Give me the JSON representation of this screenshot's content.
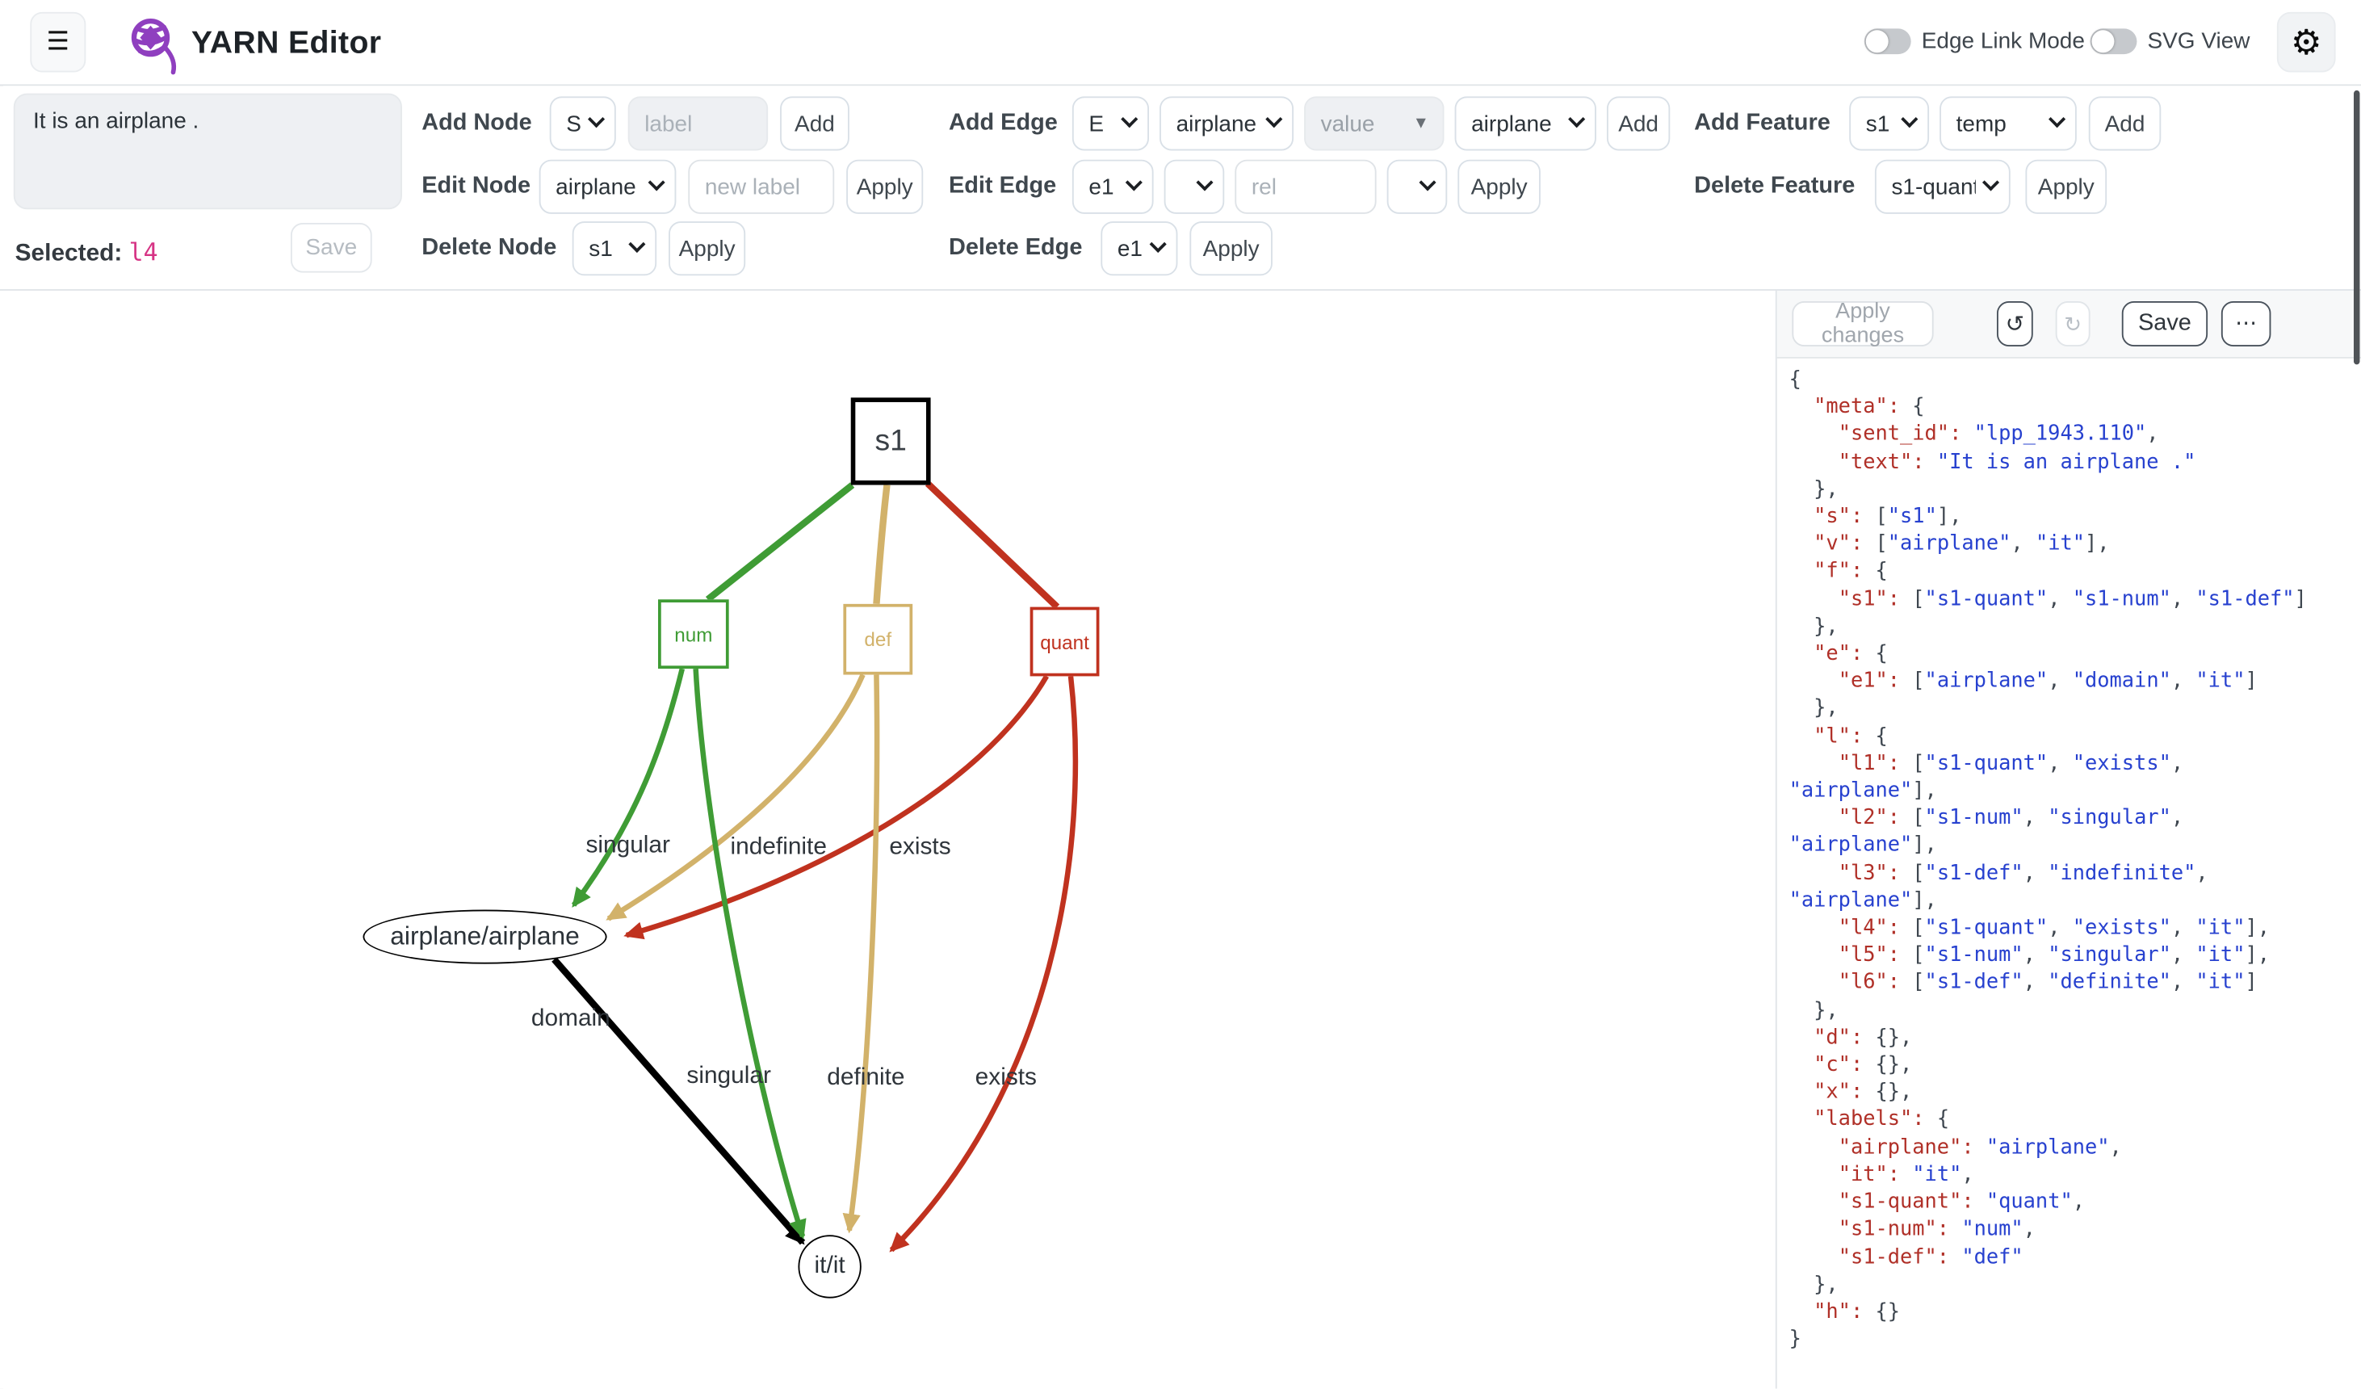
{
  "colors": {
    "green": "#3f9c35",
    "tan": "#d2b26a",
    "red": "#c0321f",
    "pink": "#d63384",
    "purple": "#8f3fbf",
    "json_key": "#b03028",
    "json_string": "#2741cf"
  },
  "icons": {
    "menu": "☰",
    "gear": "⚙",
    "caret_down": "▼",
    "undo": "↺",
    "redo": "↻",
    "more": "⋯"
  },
  "header": {
    "title": "YARN Editor",
    "edge_link_mode_label": "Edge Link Mode",
    "svg_view_label": "SVG View"
  },
  "toolbar": {
    "sentence": "It is an airplane .",
    "selected_label": "Selected:",
    "selected_value": "l4",
    "selected_save_label": "Save",
    "add_node": {
      "label": "Add Node",
      "type_value": "S",
      "name_placeholder": "label",
      "button": "Add"
    },
    "edit_node": {
      "label": "Edit Node",
      "node_value": "airplane",
      "placeholder": "new label",
      "button": "Apply"
    },
    "delete_node": {
      "label": "Delete Node",
      "node_value": "s1",
      "button": "Apply"
    },
    "add_edge": {
      "label": "Add Edge",
      "type_value": "E",
      "from_value": "airplane",
      "value_placeholder": "value",
      "to_value": "airplane",
      "button": "Add"
    },
    "edit_edge": {
      "label": "Edit Edge",
      "edge_value": "e1",
      "rel_placeholder": "rel",
      "button": "Apply"
    },
    "delete_edge": {
      "label": "Delete Edge",
      "edge_value": "e1",
      "button": "Apply"
    },
    "add_feature": {
      "label": "Add Feature",
      "node_value": "s1",
      "feature_value": "temp",
      "button": "Add"
    },
    "delete_feature": {
      "label": "Delete Feature",
      "feature_value": "s1-quant",
      "button": "Apply"
    }
  },
  "graph": {
    "node_labels": {
      "s1": "s1",
      "num": "num",
      "def": "def",
      "quant": "quant",
      "airplane": "airplane/airplane",
      "it": "it/it"
    },
    "edge_labels": [
      "singular",
      "indefinite",
      "exists",
      "domain",
      "singular",
      "definite",
      "exists"
    ]
  },
  "panel": {
    "apply_changes_label": "Apply changes",
    "save_label": "Save",
    "json_lines": [
      "{",
      "  \"meta\": {",
      "    \"sent_id\": \"lpp_1943.110\",",
      "    \"text\": \"It is an airplane .\"",
      "  },",
      "  \"s\": [\"s1\"],",
      "  \"v\": [\"airplane\", \"it\"],",
      "  \"f\": {",
      "    \"s1\": [\"s1-quant\", \"s1-num\", \"s1-def\"]",
      "  },",
      "  \"e\": {",
      "    \"e1\": [\"airplane\", \"domain\", \"it\"]",
      "  },",
      "  \"l\": {",
      "    \"l1\": [\"s1-quant\", \"exists\",",
      "\"airplane\"],",
      "    \"l2\": [\"s1-num\", \"singular\",",
      "\"airplane\"],",
      "    \"l3\": [\"s1-def\", \"indefinite\",",
      "\"airplane\"],",
      "    \"l4\": [\"s1-quant\", \"exists\", \"it\"],",
      "    \"l5\": [\"s1-num\", \"singular\", \"it\"],",
      "    \"l6\": [\"s1-def\", \"definite\", \"it\"]",
      "  },",
      "  \"d\": {},",
      "  \"c\": {},",
      "  \"x\": {},",
      "  \"labels\": {",
      "    \"airplane\": \"airplane\",",
      "    \"it\": \"it\",",
      "    \"s1-quant\": \"quant\",",
      "    \"s1-num\": \"num\",",
      "    \"s1-def\": \"def\"",
      "  },",
      "  \"h\": {}",
      "}"
    ]
  }
}
